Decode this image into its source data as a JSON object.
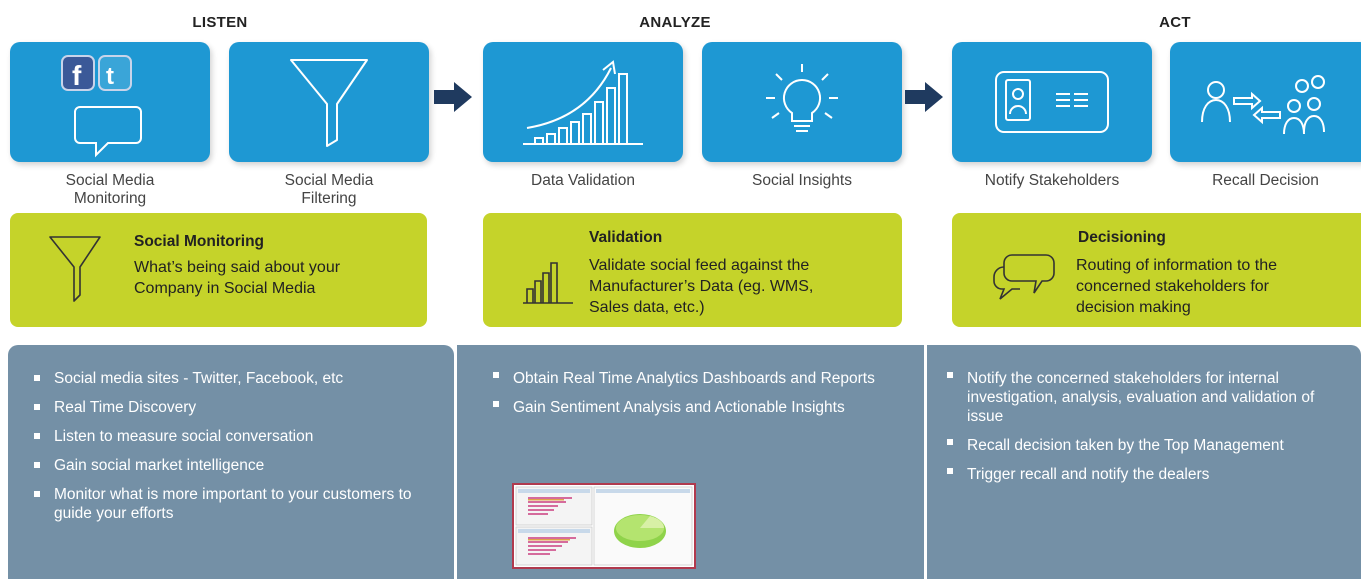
{
  "stages": {
    "listen": "LISTEN",
    "analyze": "ANALYZE",
    "act": "ACT"
  },
  "tiles": [
    {
      "label": "Social Media\nMonitoring",
      "icon": "social-chat-icon"
    },
    {
      "label": "Social Media\nFiltering",
      "icon": "funnel-icon"
    },
    {
      "label": "Data Validation",
      "icon": "growth-chart-icon"
    },
    {
      "label": "Social Insights",
      "icon": "lightbulb-icon"
    },
    {
      "label": "Notify Stakeholders",
      "icon": "id-card-icon"
    },
    {
      "label": "Recall Decision",
      "icon": "people-exchange-icon"
    }
  ],
  "tile_labels": {
    "t1a": "Social Media",
    "t1b": "Monitoring",
    "t2a": "Social Media",
    "t2b": "Filtering",
    "t3": "Data Validation",
    "t4": "Social Insights",
    "t5": "Notify Stakeholders",
    "t6": "Recall Decision"
  },
  "summary": {
    "monitoring": {
      "title": "Social Monitoring",
      "body1": "What’s being said about your",
      "body2": "Company in Social Media"
    },
    "validation": {
      "title": "Validation",
      "body1": "Validate social feed against the",
      "body2": "Manufacturer’s Data (eg. WMS,",
      "body3": "Sales data, etc.)"
    },
    "decisioning": {
      "title": "Decisioning",
      "body1": "Routing of information to the",
      "body2": "concerned stakeholders for",
      "body3": "decision making"
    }
  },
  "details": {
    "listen": [
      "Social media sites - Twitter, Facebook, etc",
      "Real Time Discovery",
      "Listen to measure social conversation",
      "Gain social market intelligence",
      "Monitor what is more important to your customers to guide your efforts"
    ],
    "analyze": [
      "Obtain Real Time Analytics  Dashboards and Reports",
      "Gain Sentiment Analysis and  Actionable Insights"
    ],
    "act": [
      "Notify the concerned stakeholders for internal investigation, analysis, evaluation and validation of issue",
      "Recall decision taken by the Top Management",
      "Trigger recall and notify the dealers"
    ]
  },
  "colors": {
    "tile_blue": "#1e98d3",
    "arrow_navy": "#1f3a5f",
    "summary_green": "#c5d32a",
    "detail_gray": "#7490a6"
  }
}
